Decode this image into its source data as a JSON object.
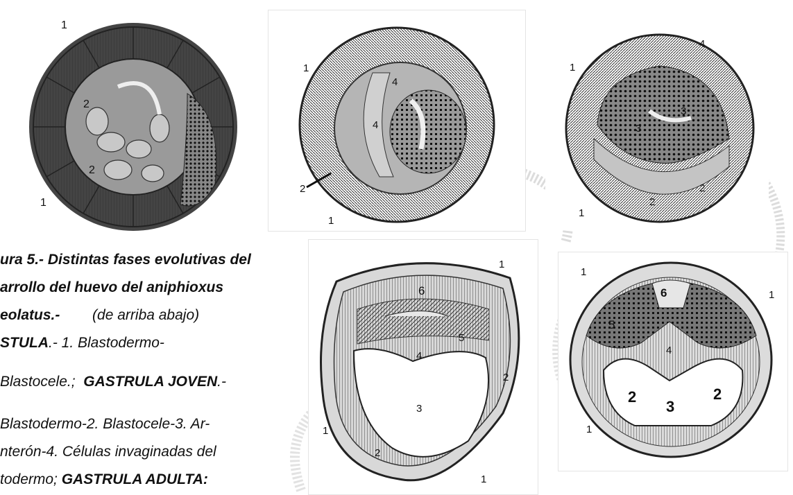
{
  "figure": {
    "panels": [
      {
        "id": "blastula",
        "labels": [
          "1",
          "2",
          "2",
          "1"
        ]
      },
      {
        "id": "early-gastrula",
        "labels": [
          "1",
          "4",
          "4",
          "2",
          "1"
        ]
      },
      {
        "id": "gastrula-top-right",
        "labels": [
          "4",
          "1",
          "3",
          "3",
          "2",
          "2",
          "1"
        ]
      },
      {
        "id": "adult-gastrula",
        "labels": [
          "6",
          "1",
          "4",
          "5",
          "2",
          "3",
          "1",
          "2",
          "1"
        ]
      },
      {
        "id": "late-gastrula",
        "labels": [
          "1",
          "6",
          "1",
          "5",
          "4",
          "2",
          "3",
          "2",
          "1"
        ]
      }
    ]
  },
  "caption": {
    "line1_title": "ura 5.- Distintas fases evolutivas del",
    "line2_title": "arrollo del huevo del aniphioxus",
    "line3_title": "eolatus.-",
    "line3_rest": "(de     arriba     abajo)",
    "line4_term": "STULA",
    "line4_rest": ".-  1. Blastodermo-",
    "line5_text": "Blastocele.;",
    "line5_term": "GASTRULA JOVEN",
    "line5_end": ".-",
    "line6_text": "Blastodermo-2.  Blastocele-3.  Ar-",
    "line7_text": "nterón-4.  Células invaginadas del",
    "line8_text": "todermo;",
    "line8_term": "GASTRULA  ADULTA",
    "line8_end": ":"
  },
  "colors": {
    "ink": "#2b2b2b",
    "cell_fill": "#bdbdbd",
    "dark_fill": "#555555",
    "watermark": "#d9d9d9"
  }
}
